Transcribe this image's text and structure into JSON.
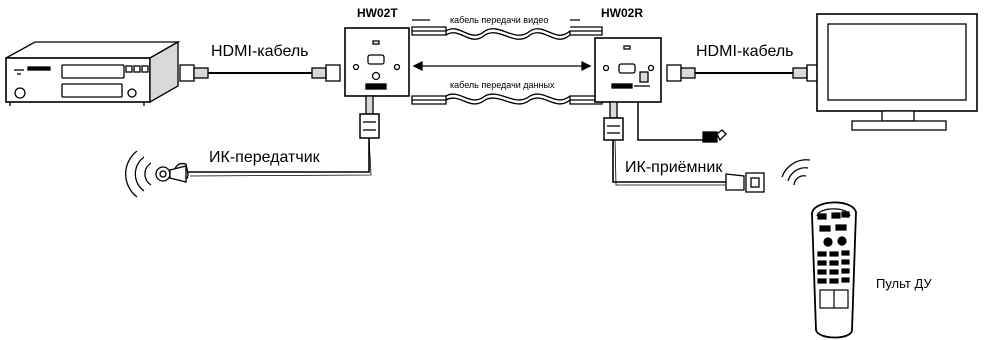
{
  "devices": {
    "transmitter": "HW02T",
    "receiver": "HW02R"
  },
  "cables": {
    "hdmi_left": "HDMI-кабель",
    "hdmi_right": "HDMI-кабель",
    "video": "кабель передачи видео",
    "data": "кабель передачи данных"
  },
  "ir": {
    "transmitter": "ИК-передатчик",
    "receiver": "ИК-приёмник"
  },
  "remote": {
    "label": "Пульт ДУ"
  },
  "colors": {
    "line": "#000000",
    "fill": "#ffffff",
    "shade": "#d9d9d9"
  }
}
